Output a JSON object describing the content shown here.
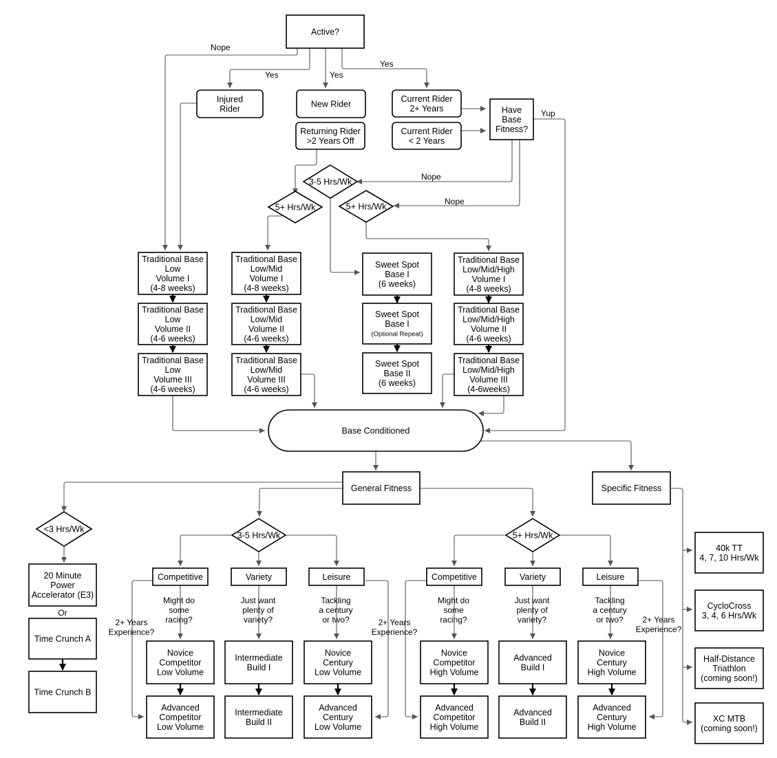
{
  "nodes": {
    "active": [
      "Active?"
    ],
    "injured": [
      "Injured",
      "Rider"
    ],
    "new_rider": [
      "New Rider"
    ],
    "returning": [
      "Returning Rider",
      ">2 Years Off"
    ],
    "current_2plus": [
      "Current Rider",
      "2+ Years"
    ],
    "current_lt2": [
      "Current Rider",
      "< 2 Years"
    ],
    "have_base": [
      "Have",
      "Base",
      "Fitness?"
    ],
    "d_3_5_top": [
      "3-5 Hrs/Wk"
    ],
    "d_5_left": [
      "5+ Hrs/Wk"
    ],
    "d_5_right": [
      "5+ Hrs/Wk"
    ],
    "tb_low_1": [
      "Traditional Base",
      "Low",
      "Volume I",
      "(4-8 weeks)"
    ],
    "tb_low_2": [
      "Traditional Base",
      "Low",
      "Volume II",
      "(4-6 weeks)"
    ],
    "tb_low_3": [
      "Traditional Base",
      "Low",
      "Volume III",
      "(4-6 weeks)"
    ],
    "tb_lm_1": [
      "Traditional Base",
      "Low/Mid",
      "Volume I",
      "(4-8 weeks)"
    ],
    "tb_lm_2": [
      "Traditional Base",
      "Low/Mid",
      "Volume II",
      "(4-6 weeks)"
    ],
    "tb_lm_3": [
      "Traditional Base",
      "Low/Mid",
      "Volume III",
      "(4-6 weeks)"
    ],
    "ss_1": [
      "Sweet Spot",
      "Base I",
      "(6 weeks)"
    ],
    "ss_1r": [
      "Sweet Spot",
      "Base I"
    ],
    "ss_1r_note": "(Optional Repeat)",
    "ss_2": [
      "Sweet Spot",
      "Base II",
      "(6 weeks)"
    ],
    "tb_lmh_1": [
      "Traditional Base",
      "Low/Mid/High",
      "Volume I",
      "(4-8 weeks)"
    ],
    "tb_lmh_2": [
      "Traditional Base",
      "Low/Mid/High",
      "Volume II",
      "(4-6 weeks)"
    ],
    "tb_lmh_3": [
      "Traditional Base",
      "Low/Mid/High",
      "Volume III",
      "(4-6weeks)"
    ],
    "base_conditioned": [
      "Base Conditioned"
    ],
    "general_fitness": [
      "General Fitness"
    ],
    "specific_fitness": [
      "Specific Fitness"
    ],
    "d_lt3": [
      "<3 Hrs/Wk"
    ],
    "d_3_5_gen": [
      "3-5 Hrs/Wk"
    ],
    "d_5_gen": [
      "5+ Hrs/Wk"
    ],
    "power_acc": [
      "20 Minute",
      "Power",
      "Accelerator (E3)"
    ],
    "time_crunch_a": [
      "Time Crunch A"
    ],
    "time_crunch_b": [
      "Time Crunch B"
    ],
    "comp_a": [
      "Competitive"
    ],
    "var_a": [
      "Variety"
    ],
    "leis_a": [
      "Leisure"
    ],
    "comp_b": [
      "Competitive"
    ],
    "var_b": [
      "Variety"
    ],
    "leis_b": [
      "Leisure"
    ],
    "nov_comp_low": [
      "Novice",
      "Competitor",
      "Low Volume"
    ],
    "int_build_1": [
      "Intermediate",
      "Build I"
    ],
    "nov_cent_low": [
      "Novice",
      "Century",
      "Low Volume"
    ],
    "adv_comp_low": [
      "Advanced",
      "Competitor",
      "Low Volume"
    ],
    "int_build_2": [
      "Intermediate",
      "Build II"
    ],
    "adv_cent_low": [
      "Advanced",
      "Century",
      "Low Volume"
    ],
    "nov_comp_high": [
      "Novice",
      "Competitor",
      "High Volume"
    ],
    "adv_build_1": [
      "Advanced",
      "Build I"
    ],
    "nov_cent_high": [
      "Novice",
      "Century",
      "High Volume"
    ],
    "adv_comp_high": [
      "Advanced",
      "Competitor",
      "High Volume"
    ],
    "adv_build_2": [
      "Advanced",
      "Build II"
    ],
    "adv_cent_high": [
      "Advanced",
      "Century",
      "High Volume"
    ],
    "tt_40k": [
      "40k TT",
      "4, 7, 10 Hrs/Wk"
    ],
    "cyclocross": [
      "CycloCross",
      "3, 4, 6 Hrs/Wk"
    ],
    "half_tri": [
      "Half-Distance",
      "Triathlon",
      "(coming soon!)"
    ],
    "xc_mtb": [
      "XC MTB",
      "(coming soon!)"
    ]
  },
  "labels": {
    "nope_active": "Nope",
    "yes_injured": "Yes",
    "yes_new": "Yes",
    "yes_current": "Yes",
    "yup": "Yup",
    "nope_base_1": "Nope",
    "nope_base_2": "Nope",
    "or": "Or",
    "might_a": [
      "Might do",
      "some",
      "racing?"
    ],
    "just_a": [
      "Just want",
      "plenty of",
      "variety?"
    ],
    "tackle_a": [
      "Tackling",
      "a century",
      "or two?"
    ],
    "might_b": [
      "Might do",
      "some",
      "racing?"
    ],
    "just_b": [
      "Just want",
      "plenty of",
      "variety?"
    ],
    "tackle_b": [
      "Tackling",
      "a century",
      "or two?"
    ],
    "exp_1": [
      "2+ Years",
      "Experience?"
    ],
    "exp_2": [
      "2+ Years",
      "Experience?"
    ],
    "exp_3": [
      "2+ Years",
      "Experience?"
    ]
  }
}
